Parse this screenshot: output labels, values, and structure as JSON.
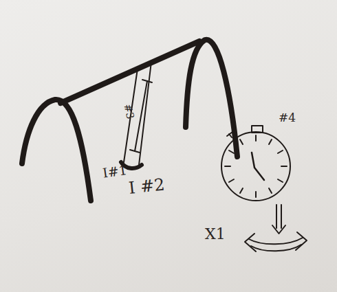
{
  "diagram": {
    "labels": [
      "#3",
      "I#1",
      "I #2",
      "#4",
      "X1"
    ]
  }
}
